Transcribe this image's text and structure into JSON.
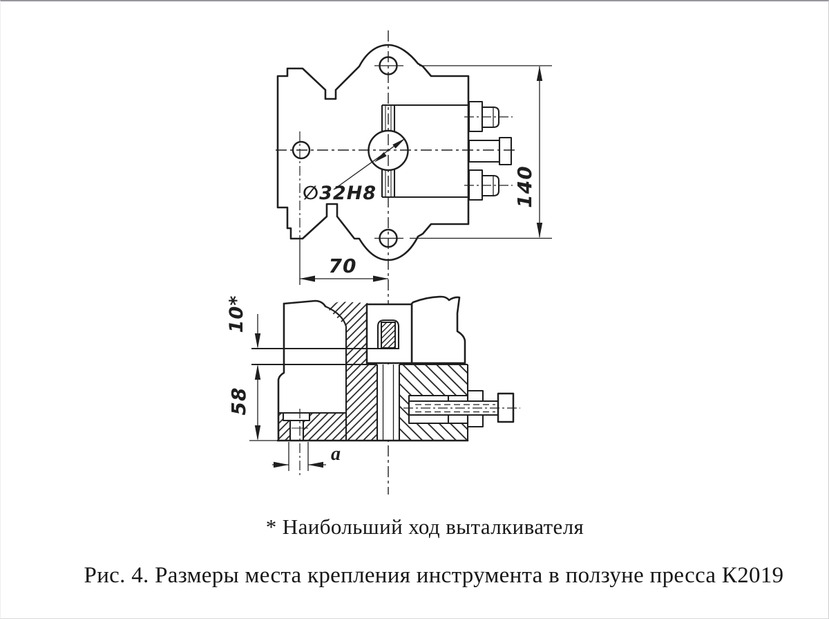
{
  "figure": {
    "paper_color": "#ffffff",
    "ink_color": "#1f1f1f",
    "dimensions": {
      "hole_diameter": "∅32H8",
      "mount_height": "140",
      "hole_offset": "70",
      "ejector_stroke": "10*",
      "slot_depth": "58",
      "slot_width": "a"
    },
    "footnote": "* Наибольший ход выталкивателя",
    "caption": "Рис. 4. Размеры места крепления инструмента в ползуне пресса К2019"
  }
}
